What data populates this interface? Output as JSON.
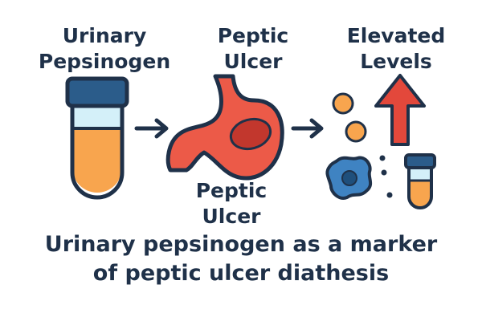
{
  "labels": {
    "urinary_line1": "Urinary",
    "urinary_line2": "Pepsinogen",
    "peptic_top_line1": "Peptic",
    "peptic_top_line2": "Ulcer",
    "elevated_line1": "Elevated",
    "elevated_line2": "Levels",
    "peptic_bottom_line1": "Peptic",
    "peptic_bottom_line2": "Ulcer"
  },
  "caption": {
    "line1": "Urinary pepsinogen as a marker",
    "line2": "of peptic ulcer diathesis"
  },
  "colors": {
    "navy": "#1f3149",
    "tube_cap": "#2b5c8a",
    "tube_top": "#d4f0f9",
    "tube_liquid": "#f8a54e",
    "stomach": "#ec5a48",
    "ulcer": "#c2372d",
    "arrow_up": "#e3483b",
    "dot_orange": "#f8a54e",
    "cell_blue": "#3f83c2",
    "cell_core": "#1f4f7c"
  },
  "icons": [
    "test-tube-icon",
    "stomach-icon",
    "arrow-right-icon",
    "arrow-up-icon",
    "cell-icon",
    "small-test-tube-icon"
  ]
}
